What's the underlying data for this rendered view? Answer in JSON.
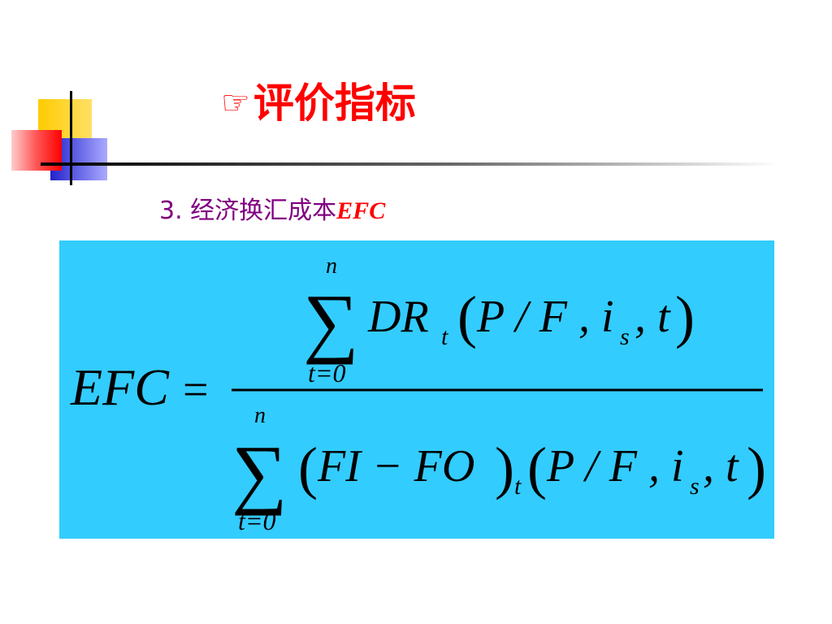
{
  "title": {
    "icon": "pointing-hand-icon",
    "icon_glyph": "☞",
    "text": "评价指标",
    "color": "#ff0000"
  },
  "subtitle": {
    "number": "3.",
    "text": "经济换汇成本",
    "abbr": "EFC",
    "color": "#800080",
    "abbr_color": "#ff0000"
  },
  "formula": {
    "background": "#33ccff",
    "lhs": "EFC",
    "equals": "=",
    "numerator": {
      "sum_upper": "n",
      "sum_lower": "t=0",
      "term": "DR",
      "term_sub": "t",
      "factor": "P / F , i",
      "factor_sub": "s",
      "factor_tail": ", t"
    },
    "denominator": {
      "sum_upper": "n",
      "sum_lower": "t=0",
      "term": "FI − FO",
      "term_sub": "t",
      "factor": "P / F , i",
      "factor_sub": "s",
      "factor_tail": ", t"
    }
  }
}
